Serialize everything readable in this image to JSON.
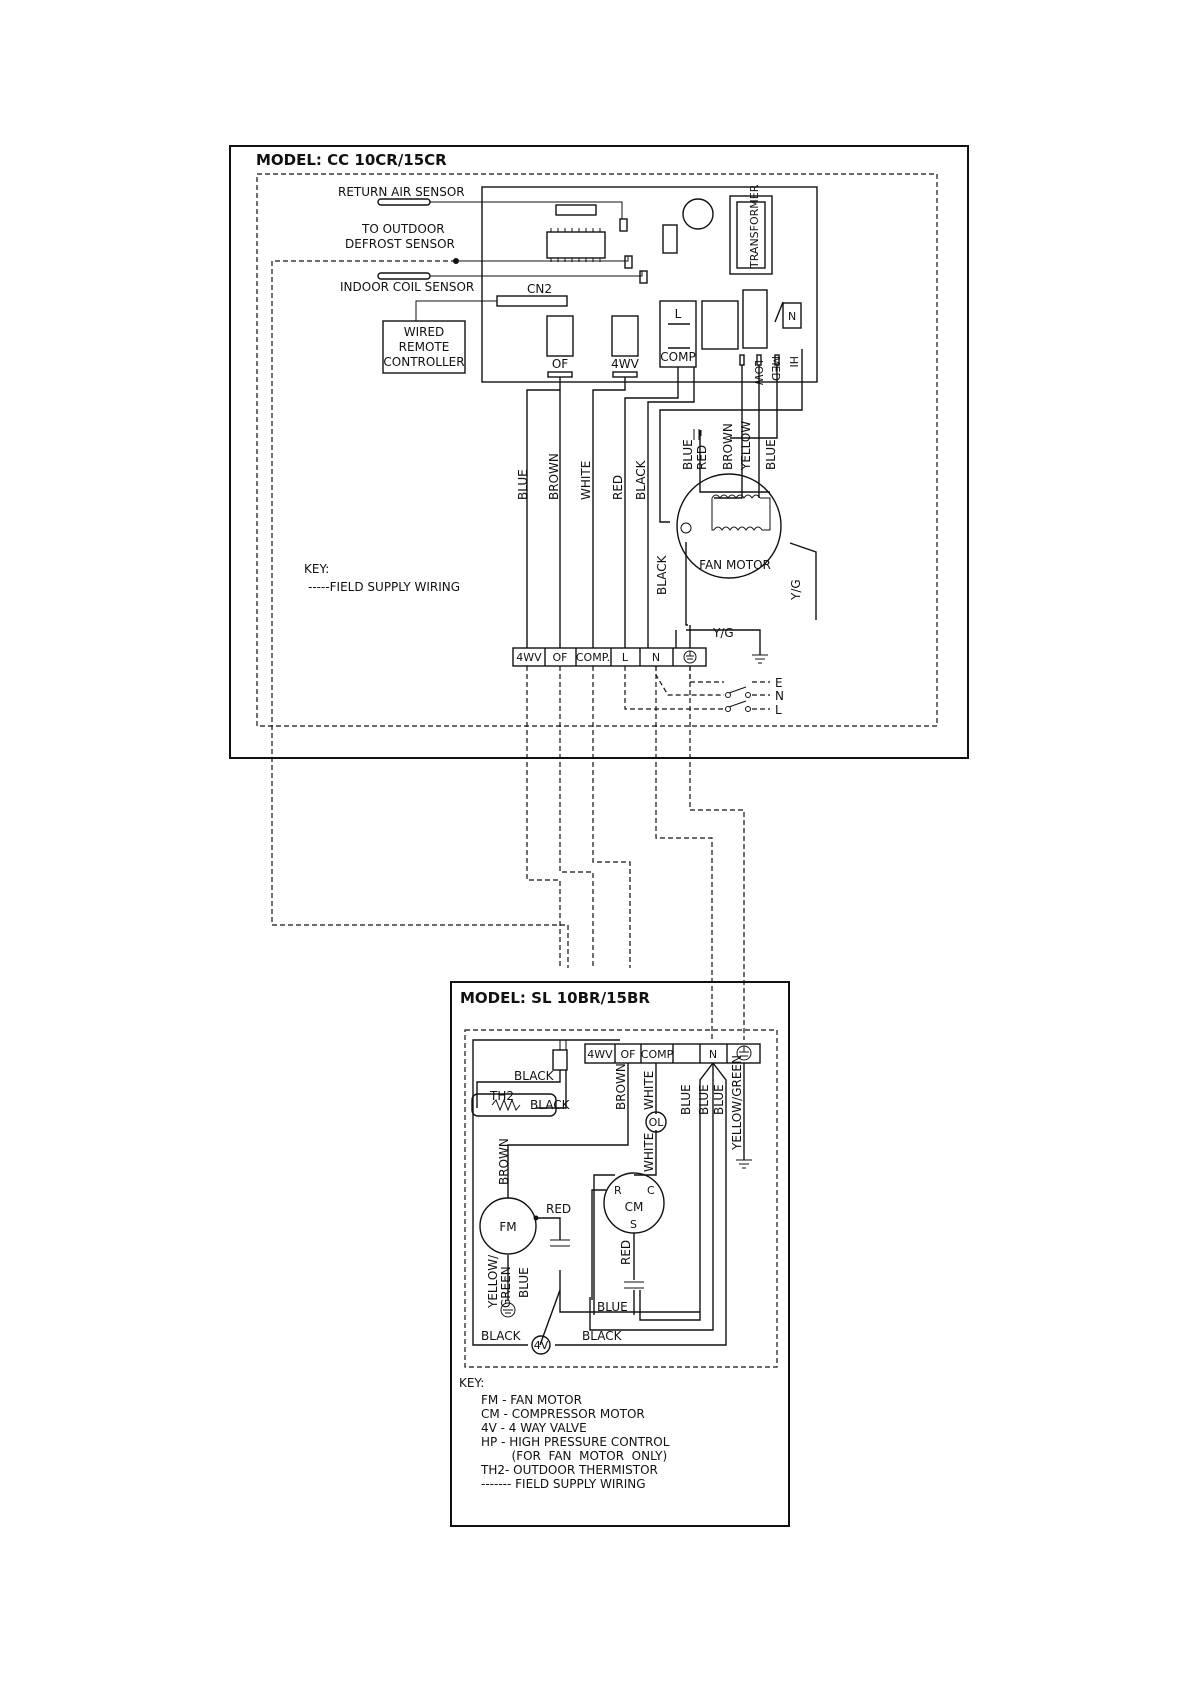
{
  "indoor": {
    "model": "MODEL: CC  10CR/15CR",
    "labels": {
      "return_air_sensor": "RETURN  AIR  SENSOR",
      "to_outdoor": "TO  OUTDOOR",
      "defrost_sensor": "DEFROST  SENSOR",
      "indoor_coil_sensor": "INDOOR  COIL  SENSOR",
      "cn2": "CN2",
      "wired_remote_1": "WIRED",
      "wired_remote_2": "REMOTE",
      "wired_remote_3": "CONTROLLER",
      "transformer": "TRANSFORMER",
      "of": "OF",
      "four_wv": "4WV",
      "relay_l": "L",
      "comp": "COMP",
      "relay_n": "N",
      "low": "LOW",
      "med": "MED",
      "hi": "HI",
      "fan_motor": "FAN  MOTOR",
      "yg": "Y/G",
      "key": "KEY:",
      "key_field": "-----FIELD  SUPPLY  WIRING",
      "e": "E",
      "n": "N",
      "l": "L"
    },
    "wire_colors": [
      "BLUE",
      "BROWN",
      "WHITE",
      "RED",
      "BLACK"
    ],
    "fan_wires": [
      "BLUE",
      "RED",
      "BROWN",
      "YELLOW",
      "BLUE"
    ],
    "black_lower": "BLACK",
    "terminals": [
      "4WV",
      "OF",
      "COMP.",
      "L",
      "N"
    ]
  },
  "outdoor": {
    "model": "MODEL: SL  10BR/15BR",
    "terminals": [
      "4WV",
      "OF",
      "COMP",
      "",
      "N"
    ],
    "labels": {
      "black_1": "BLACK",
      "th2": "TH2",
      "black_2": "BLACK",
      "brown_v": "BROWN",
      "white_v": "WHITE",
      "blue_1": "BLUE",
      "blue_2": "BLUE",
      "blue_3": "BLUE",
      "yellow_green_v": "YELLOW/GREEN",
      "ol": "OL",
      "white_v2": "WHITE",
      "brown_fm": "BROWN",
      "fm": "FM",
      "red_fm": "RED",
      "r": "R",
      "c": "C",
      "cm": "CM",
      "s": "S",
      "red_cm": "RED",
      "yellow_green_fm": "YELLOW/",
      "green_fm": "GREEN",
      "blue_fm": "BLUE",
      "blue_bottom": "BLUE",
      "black_bl": "BLACK",
      "four_v": "4V",
      "black_br": "BLACK"
    },
    "key": {
      "title": "KEY:",
      "lines": [
        "FM  -  FAN  MOTOR",
        "CM  -  COMPRESSOR  MOTOR",
        "4V  -  4  WAY  VALVE",
        "HP  -  HIGH  PRESSURE  CONTROL",
        "        (FOR  FAN  MOTOR  ONLY)",
        "TH2-  OUTDOOR  THERMISTOR",
        "-------  FIELD  SUPPLY  WIRING"
      ]
    }
  }
}
